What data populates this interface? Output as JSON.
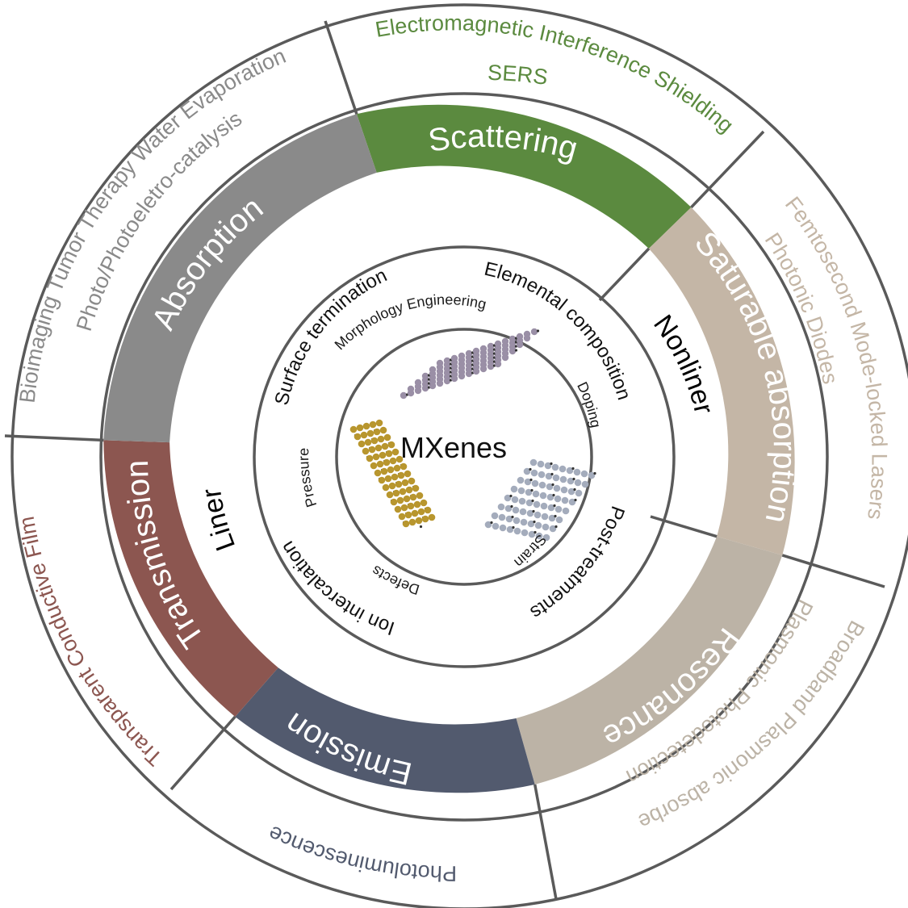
{
  "center": {
    "title": "MXenes"
  },
  "colors": {
    "scattering": "#5b8a3f",
    "absorption": "#8a8a8a",
    "transmission": "#8c5650",
    "emission": "#525a6e",
    "resonance": "#bcb3a6",
    "saturable": "#c4b6a6",
    "line": "#5a5a5a",
    "atoms_purple": "#9a8fa6",
    "atoms_gold": "#b8962e",
    "atoms_blue": "#a4acbc",
    "atoms_dark": "#333333"
  },
  "modulation_methods": {
    "morphology": "Morphology Engineering",
    "doping": "Doping",
    "strain": "Strain",
    "defects": "Defects",
    "pressure": "Pressure"
  },
  "material_strategies": {
    "surface_termination": "Surface termination",
    "elemental_composition": "Elemental composition",
    "post_treatments": "Post-treatments",
    "ion_intercalation": "Ion intercalation"
  },
  "regimes": {
    "nonliner": "Nonliner",
    "liner": "Liner"
  },
  "optical_properties": {
    "scattering": "Scattering",
    "saturable_absorption": "Saturable absorption",
    "resonance": "Resonance",
    "emission": "Emission",
    "transmission": "Transmission",
    "absorption": "Absorption"
  },
  "applications": {
    "emi_shielding": "Electromagnetic Interference Shielding",
    "sers": "SERS",
    "femtosecond": "Femtosecond Mode-locked  Lasers",
    "photonic_diodes": "Photonic Diodes",
    "broadband_plasmonic": "Broadband Plasmonic absorbe",
    "plasmonic_photodetection": "Plasmonic Photodetection",
    "photoluminescence": "Photoluminescence",
    "transparent_film": "Transparent Conductive Film",
    "bioimaging": "Bioimaging  Tumor Therapy  Water Evaporation",
    "photocatalysis": "Photo/Photoeletro-catalysis"
  }
}
